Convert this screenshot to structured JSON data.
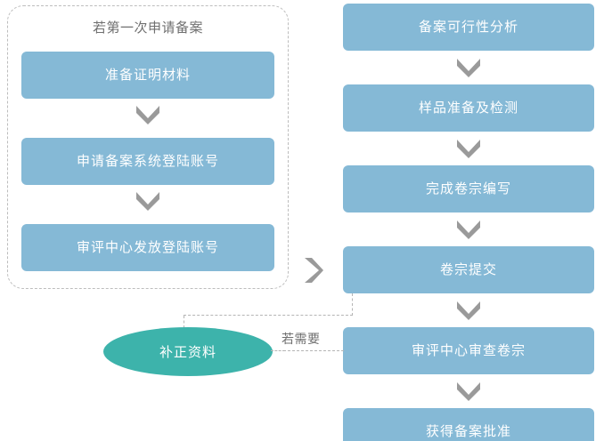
{
  "diagram": {
    "title_group": "若第一次申请备案",
    "colors": {
      "process_box": "#85b9d6",
      "decision_ellipse": "#3db3ab",
      "arrow_gray": "#9a9a9a",
      "dashed_border": "#bdbdbd",
      "text_on_fill": "#ffffff",
      "text_gray": "#6f6f6f",
      "background": "#ffffff"
    },
    "left_column": {
      "group_label": "若第一次申请备案",
      "steps": [
        {
          "label": "准备证明材料"
        },
        {
          "label": "申请备案系统登陆账号"
        },
        {
          "label": "审评中心发放登陆账号"
        }
      ]
    },
    "right_column": {
      "steps": [
        {
          "label": "备案可行性分析"
        },
        {
          "label": "样品准备及检测"
        },
        {
          "label": "完成卷宗编写"
        },
        {
          "label": "卷宗提交"
        },
        {
          "label": "审评中心审查卷宗"
        },
        {
          "label": "获得备案批准"
        }
      ]
    },
    "feedback": {
      "node_label": "补正资料",
      "condition_label": "若需要"
    },
    "icons": {
      "arrow_down": "chevron-down-icon",
      "arrow_right": "chevron-right-icon"
    }
  }
}
